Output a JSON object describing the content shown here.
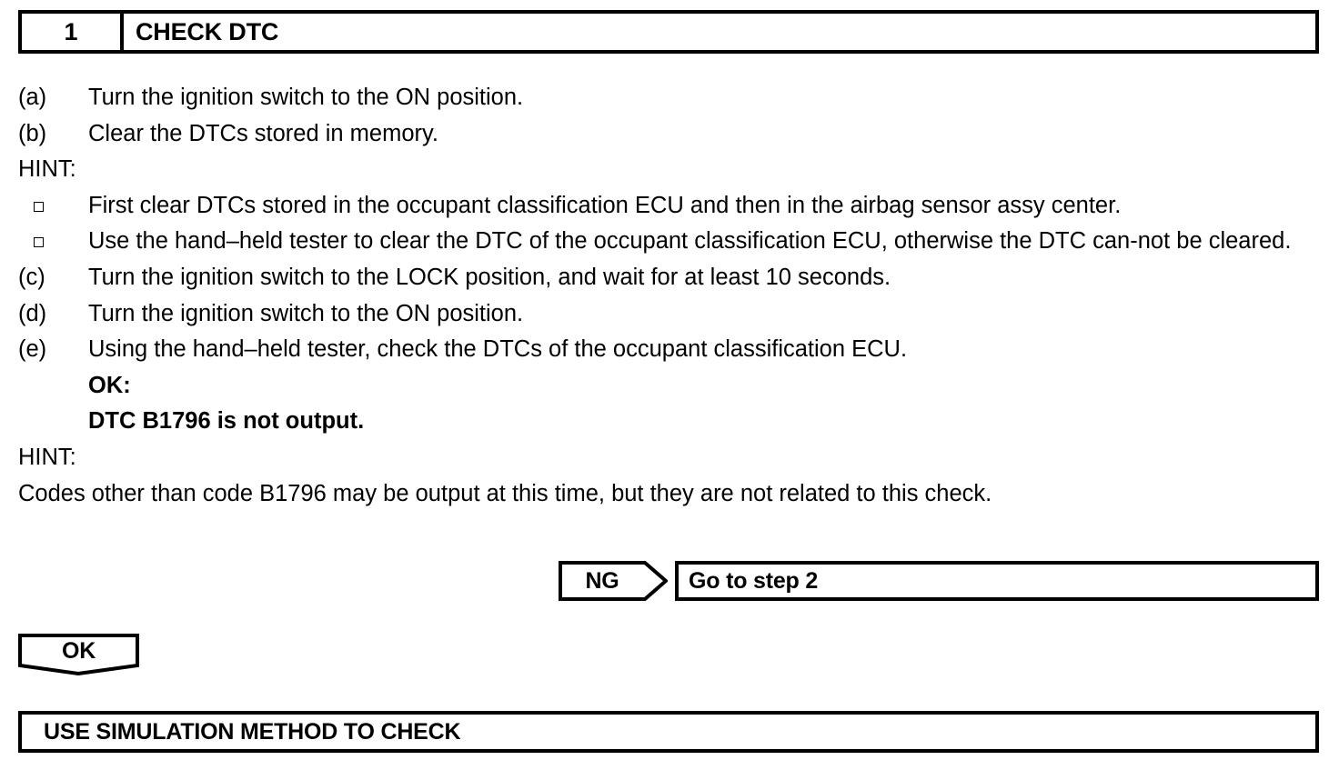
{
  "step_header": {
    "number": "1",
    "title": "CHECK DTC"
  },
  "procedure": [
    {
      "label": "(a)",
      "text": "Turn the ignition switch to the ON position."
    },
    {
      "label": "(b)",
      "text": "Clear the DTCs stored in memory."
    }
  ],
  "hint1": {
    "label": "HINT:",
    "bullets": [
      "First clear DTCs stored in the occupant classification ECU and then in the airbag sensor assy center.",
      "Use the hand–held tester to clear the DTC of the occupant classification ECU, otherwise the DTC can-not be cleared."
    ]
  },
  "procedure2": [
    {
      "label": "(c)",
      "text": "Turn the ignition switch to the LOCK position, and wait for at least 10 seconds."
    },
    {
      "label": "(d)",
      "text": "Turn the ignition switch to the ON position."
    },
    {
      "label": "(e)",
      "text": "Using the hand–held tester, check the DTCs of the occupant classification ECU."
    }
  ],
  "ok_criteria": {
    "heading": "OK:",
    "value": "DTC B1796 is not output."
  },
  "hint2": {
    "label": "HINT:",
    "text": "Codes other than code B1796 may be output at this time, but they are not related to this check."
  },
  "ng_branch": {
    "marker": "NG",
    "action": "Go to step 2"
  },
  "ok_branch": {
    "marker": "OK"
  },
  "result_box": {
    "text": "USE SIMULATION METHOD TO CHECK"
  },
  "colors": {
    "ink": "#000000",
    "page": "#ffffff"
  }
}
